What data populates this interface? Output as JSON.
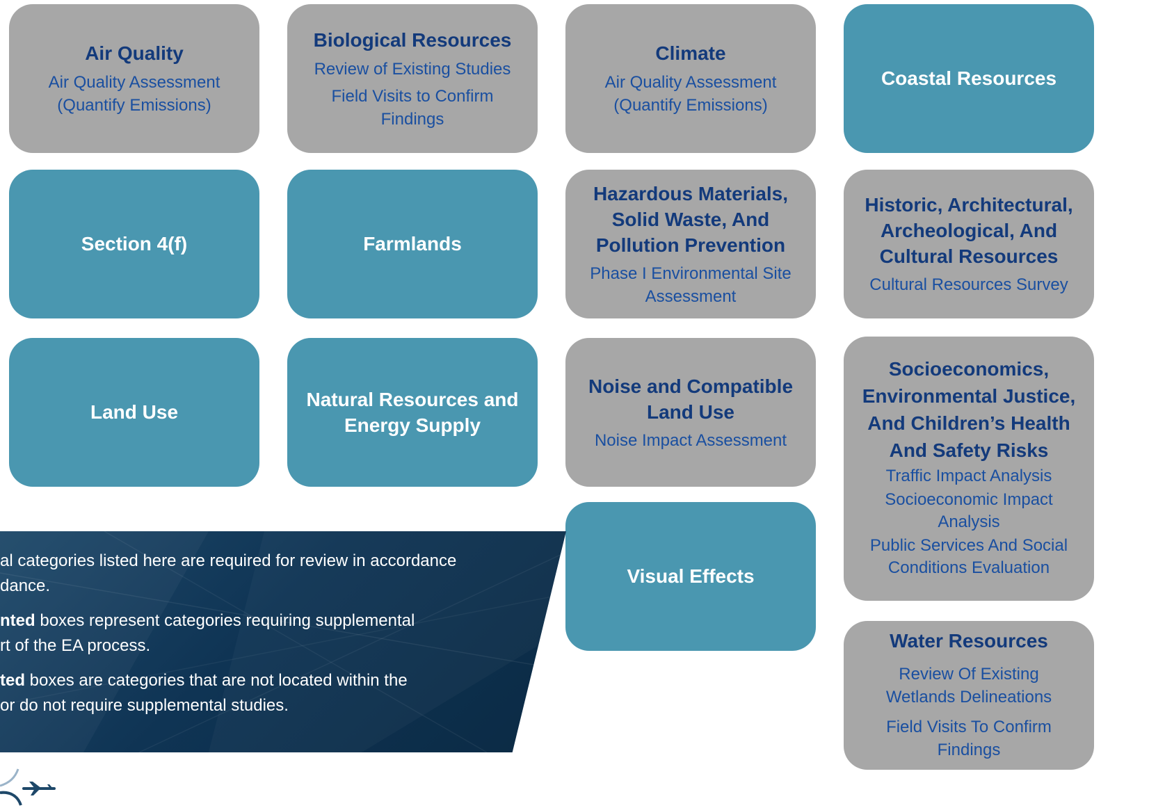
{
  "colors": {
    "gray": "#a7a7a7",
    "teal": "#4a97b0",
    "title_dark": "#133a7b",
    "study_blue": "#1a4fa0",
    "legend_bg": "#0f3454"
  },
  "boxes": [
    {
      "title": "Air Quality",
      "studies": [
        "Air Quality Assessment\n(Quantify Emissions)"
      ]
    },
    {
      "title": "Biological Resources",
      "studies": [
        "Review of Existing Studies",
        "Field Visits to Confirm\nFindings"
      ]
    },
    {
      "title": "Climate",
      "studies": [
        "Air Quality Assessment\n(Quantify Emissions)"
      ]
    },
    {
      "title": "Coastal Resources"
    },
    {
      "title": "Section 4(f)"
    },
    {
      "title": "Farmlands"
    },
    {
      "title": "Hazardous Materials,\nSolid Waste, And\nPollution Prevention",
      "studies": [
        "Phase I Environmental Site\nAssessment"
      ]
    },
    {
      "title": "Historic, Architectural,\nArcheological, And\nCultural Resources",
      "studies": [
        "Cultural Resources Survey"
      ]
    },
    {
      "title": "Land Use"
    },
    {
      "title": "Natural Resources and\nEnergy Supply"
    },
    {
      "title": "Noise and Compatible\nLand Use",
      "studies": [
        "Noise Impact Assessment"
      ]
    },
    {
      "title": "Socioeconomics,\nEnvironmental Justice,\nAnd Children’s Health\nAnd Safety Risks",
      "studies": [
        "Traffic Impact Analysis",
        "Socioeconomic Impact\nAnalysis",
        "Public Services And Social\nConditions Evaluation"
      ]
    },
    {
      "title": "Visual Effects"
    },
    {
      "title": "Water Resources",
      "studies": [
        "Review Of Existing\nWetlands Delineations",
        "Field Visits To Confirm\nFindings"
      ]
    }
  ],
  "legend": {
    "p1": "al categories listed here are required for review in accordance\ndance.",
    "p2_bold": "nted",
    "p2_rest": " boxes represent categories requiring supplemental\nrt of the EA process.",
    "p3_bold": "ted",
    "p3_rest": " boxes are categories that are not located within the\nor do not require supplemental studies."
  },
  "logo_icon": "airplane-logo-icon"
}
